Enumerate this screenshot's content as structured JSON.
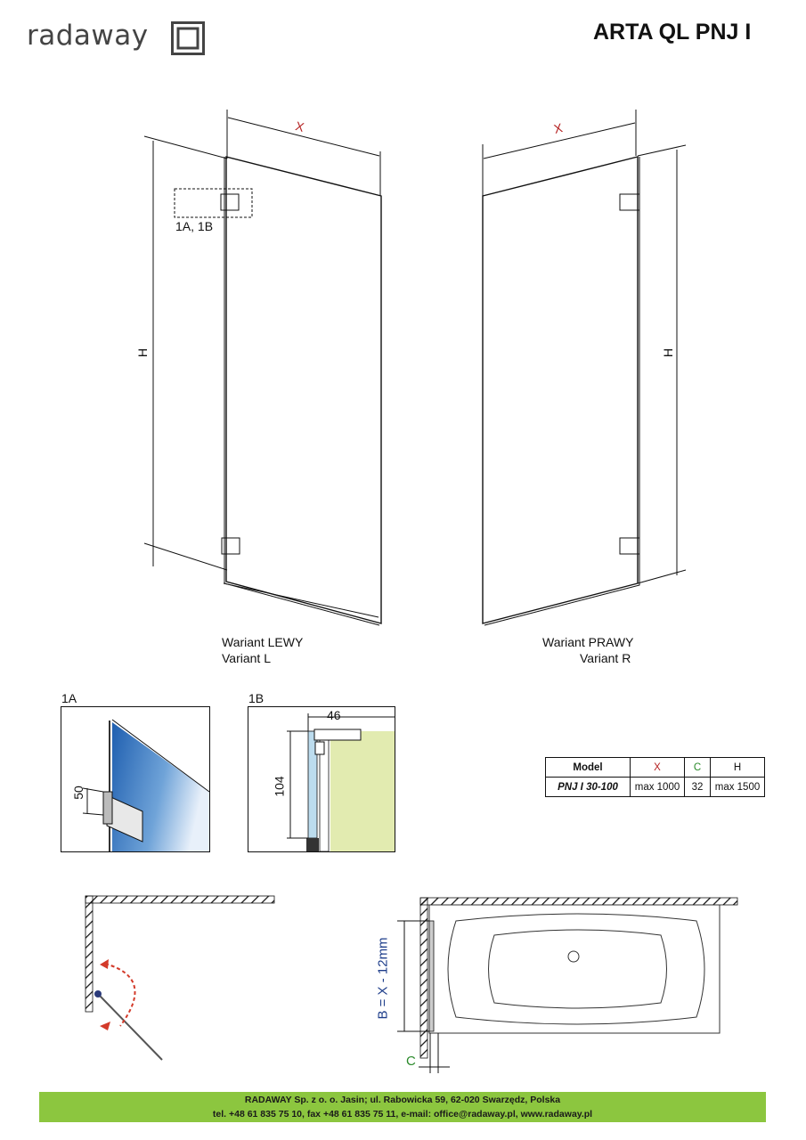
{
  "header": {
    "brand": "radaway",
    "title": "ARTA QL PNJ I"
  },
  "drawing": {
    "dim_x": "X",
    "dim_h": "H",
    "detail_ref": "1A, 1B",
    "variant_left_pl": "Wariant LEWY",
    "variant_left_en": "Variant L",
    "variant_right_pl": "Wariant PRAWY",
    "variant_right_en": "Variant R"
  },
  "details": {
    "d1a_label": "1A",
    "d1a_dim": "50",
    "d1b_label": "1B",
    "d1b_dim_w": "46",
    "d1b_dim_h": "104"
  },
  "spec_table": {
    "headers": [
      "Model",
      "X",
      "C",
      "H"
    ],
    "row": [
      "PNJ I 30-100",
      "max 1000",
      "32",
      "max 1500"
    ]
  },
  "plan": {
    "b_formula": "B = X - 12mm",
    "c_label": "C"
  },
  "footer": {
    "line1": "RADAWAY Sp. z o. o. Jasin; ul. Rabowicka 59, 62-020 Swarzędz, Polska",
    "line2": "tel. +48 61 835 75 10, fax +48 61 835 75 11, e-mail: office@radaway.pl, www.radaway.pl"
  },
  "colors": {
    "footer_bg": "#8cc63f",
    "dim_x_color": "#b42020",
    "dim_c_color": "#2a8a2a",
    "formula_color": "#1d3d8a",
    "swing_arrow": "#d33a2a"
  }
}
